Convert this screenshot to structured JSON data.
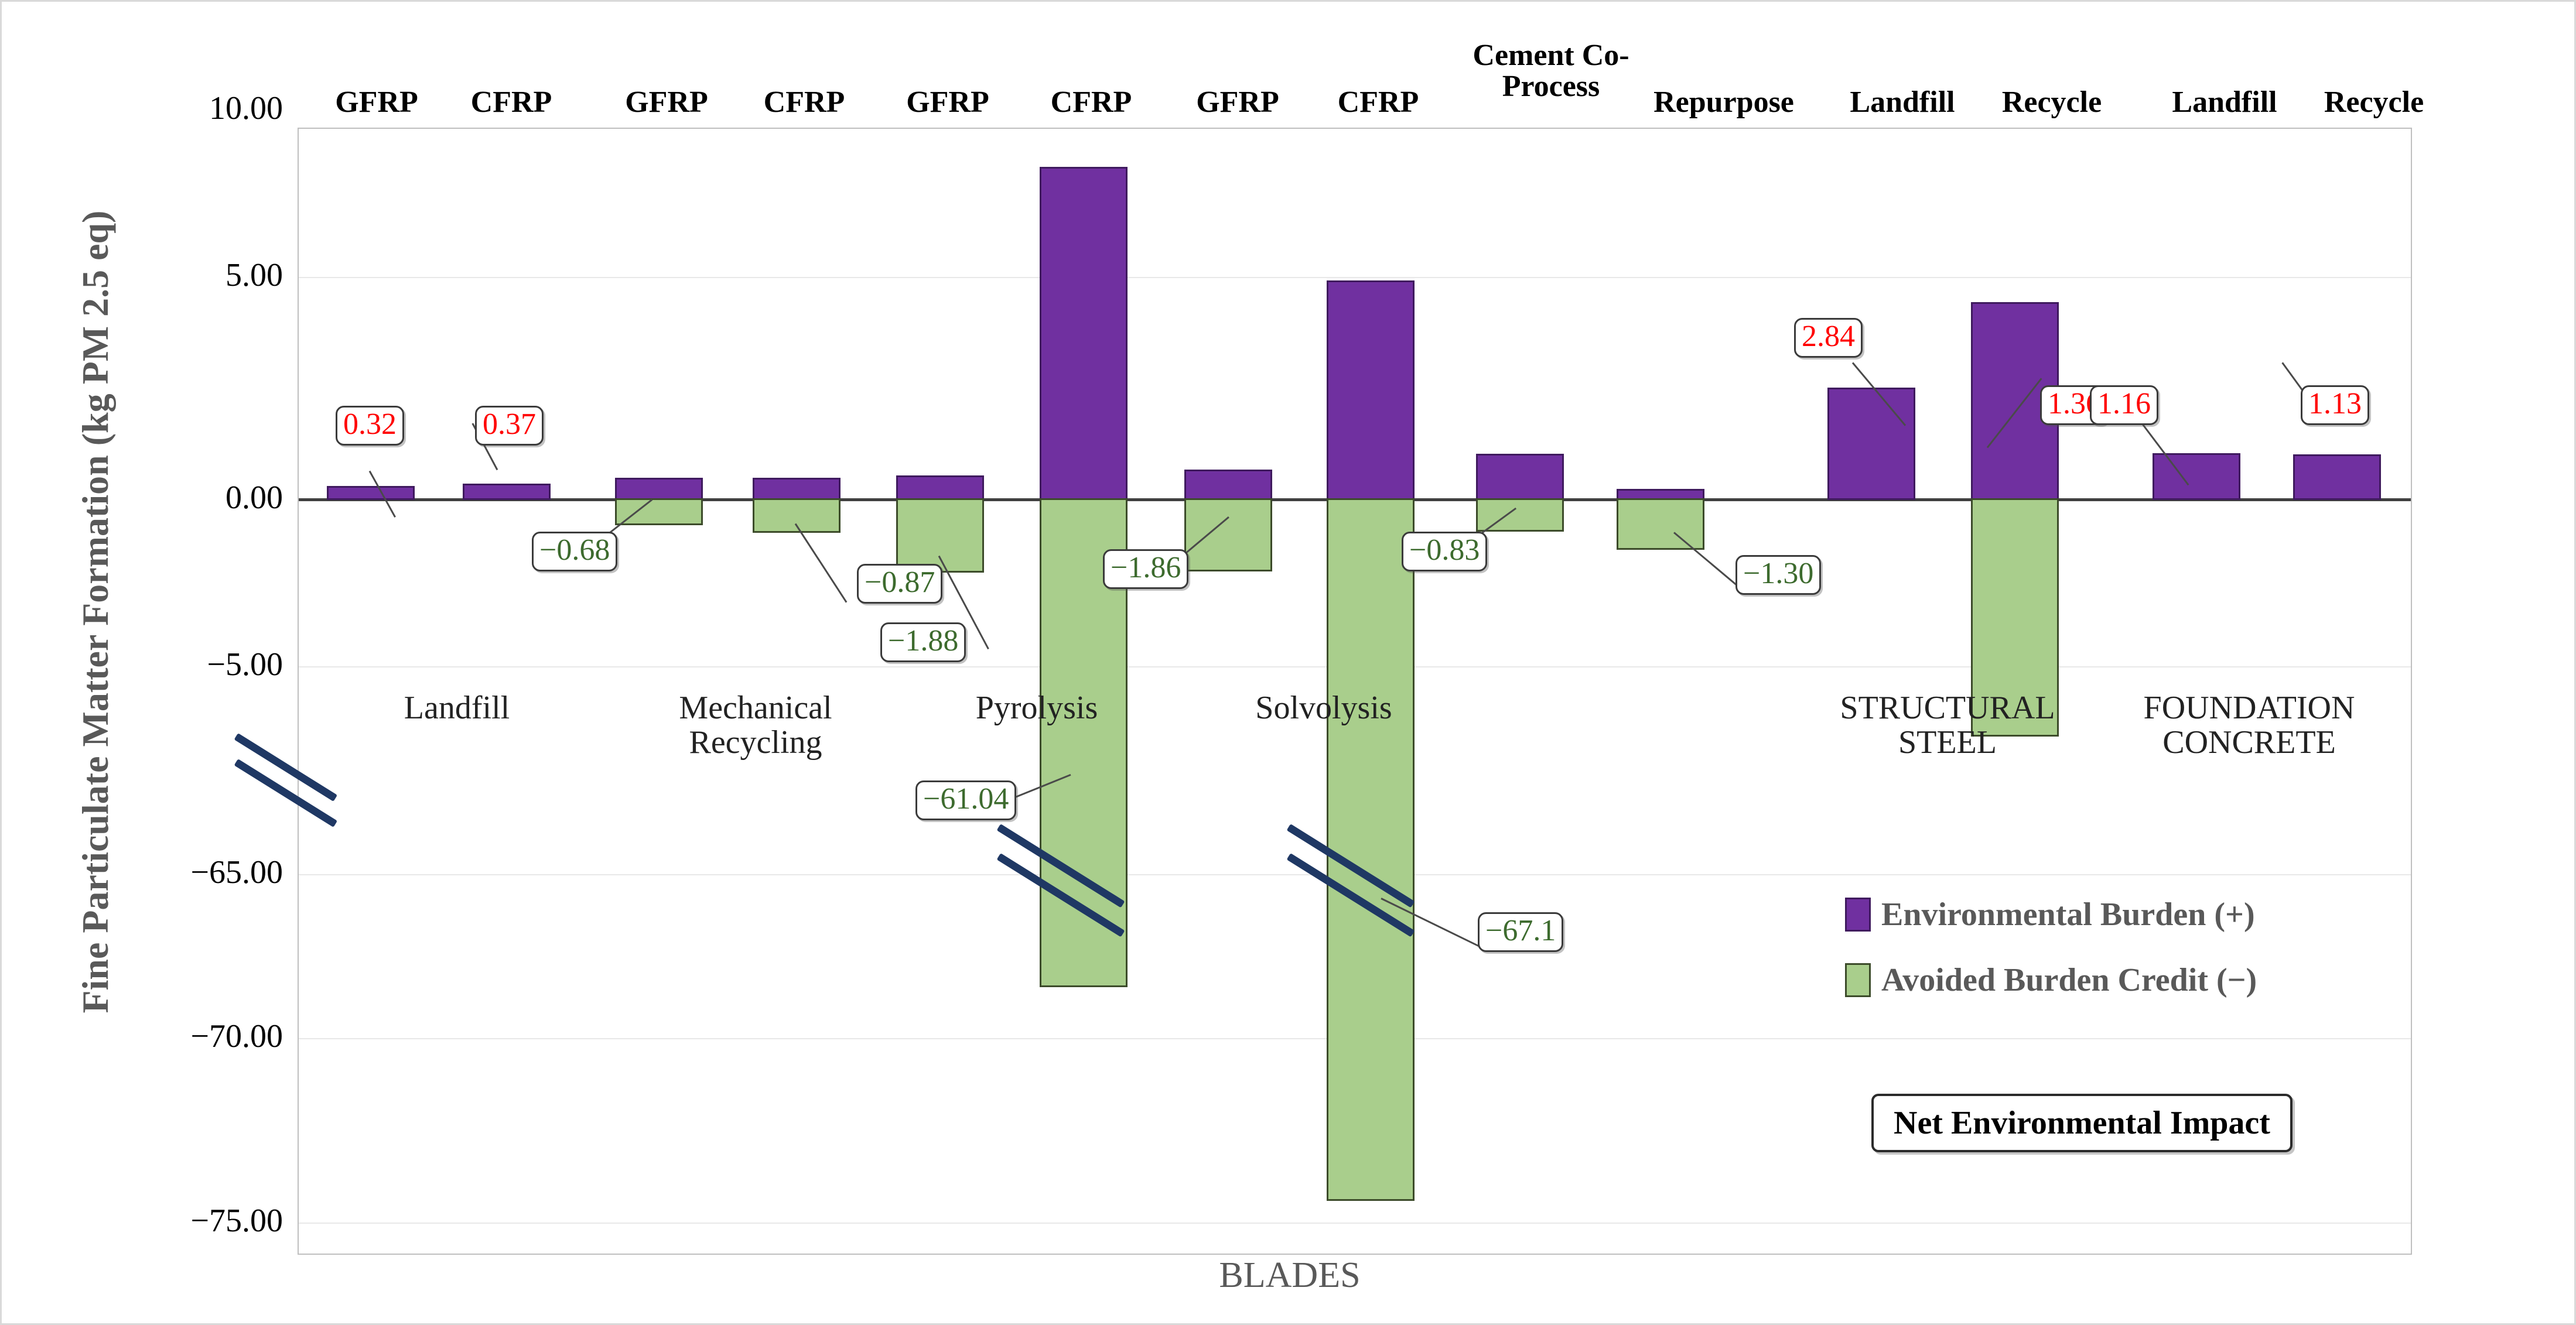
{
  "chart_data": {
    "type": "bar",
    "title": "",
    "ylabel": "Fine Particulate Matter Formation (kg PM 2.5  eq)",
    "xlabel": "BLADES",
    "axis_break": true,
    "y_ticks": [
      "10.00",
      "5.00",
      "0.00",
      "−5.00",
      "−65.00",
      "−70.00",
      "−75.00"
    ],
    "y_tick_values": [
      10,
      5,
      0,
      -5,
      -65,
      -70,
      -75
    ],
    "ylim_upper": [
      -5,
      10
    ],
    "ylim_lower": [
      -75,
      -60
    ],
    "grid": true,
    "legend_position": "inside-right",
    "series": [
      {
        "name": "Environmental Burden (+)",
        "color": "#7030A0",
        "values": [
          0.32,
          0.37,
          0.55,
          0.55,
          0.6,
          8.55,
          0.75,
          5.6,
          1.15,
          0.25,
          2.84,
          5.05,
          1.16,
          1.13
        ]
      },
      {
        "name": "Avoided Burden Credit (−)",
        "color": "#A9CE8C",
        "values": [
          0,
          0,
          -0.68,
          -0.87,
          -1.88,
          -61.04,
          -1.86,
          -67.1,
          -0.83,
          -1.3,
          0,
          -3.8,
          0,
          0
        ]
      }
    ],
    "categories": [
      {
        "group": "Landfill",
        "sub": "GFRP"
      },
      {
        "group": "Landfill",
        "sub": "CFRP"
      },
      {
        "group": "Mechanical Recycling",
        "sub": "GFRP"
      },
      {
        "group": "Mechanical Recycling",
        "sub": "CFRP"
      },
      {
        "group": "Pyrolysis",
        "sub": "GFRP"
      },
      {
        "group": "Pyrolysis",
        "sub": "CFRP"
      },
      {
        "group": "Solvolysis",
        "sub": "GFRP"
      },
      {
        "group": "Solvolysis",
        "sub": "CFRP"
      },
      {
        "group": "",
        "sub": "Cement Co-Process"
      },
      {
        "group": "",
        "sub": "Repurpose"
      },
      {
        "group": "STRUCTURAL STEEL",
        "sub": "Landfill"
      },
      {
        "group": "STRUCTURAL STEEL",
        "sub": "Recycle"
      },
      {
        "group": "FOUNDATION CONCRETE",
        "sub": "Landfill"
      },
      {
        "group": "FOUNDATION CONCRETE",
        "sub": "Recycle"
      }
    ],
    "annotations": [
      {
        "text": "0.32",
        "sign": "pos"
      },
      {
        "text": "0.37",
        "sign": "pos"
      },
      {
        "text": "−0.68",
        "sign": "neg"
      },
      {
        "text": "−0.87",
        "sign": "neg"
      },
      {
        "text": "−1.88",
        "sign": "neg"
      },
      {
        "text": "−61.04",
        "sign": "neg"
      },
      {
        "text": "−1.86",
        "sign": "neg"
      },
      {
        "text": "−67.1",
        "sign": "neg"
      },
      {
        "text": "−0.83",
        "sign": "neg"
      },
      {
        "text": "−1.30",
        "sign": "neg"
      },
      {
        "text": "2.84",
        "sign": "pos"
      },
      {
        "text": "1.36",
        "sign": "pos"
      },
      {
        "text": "1.16",
        "sign": "pos"
      },
      {
        "text": "1.13",
        "sign": "pos"
      }
    ]
  },
  "axis": {
    "y_title": "Fine Particulate Matter Formation (kg PM 2.5  eq)",
    "x_title": "BLADES",
    "ticks": {
      "t0": "10.00",
      "t1": "5.00",
      "t2": "0.00",
      "t3": "−5.00",
      "t4": "−65.00",
      "t5": "−70.00",
      "t6": "−75.00"
    }
  },
  "top_labels": {
    "l0": "GFRP",
    "l1": "CFRP",
    "l2": "GFRP",
    "l3": "CFRP",
    "l4": "GFRP",
    "l5": "CFRP",
    "l6": "GFRP",
    "l7": "CFRP",
    "l8": "Cement Co-\nProcess",
    "l9": "Repurpose",
    "l10": "Landfill",
    "l11": "Recycle",
    "l12": "Landfill",
    "l13": "Recycle"
  },
  "group_labels": {
    "g0": "Landfill",
    "g1": "Mechanical\nRecycling",
    "g2": "Pyrolysis",
    "g3": "Solvolysis",
    "g4": "STRUCTURAL\nSTEEL",
    "g5": "FOUNDATION\nCONCRETE"
  },
  "callouts": {
    "c0": "0.32",
    "c1": "0.37",
    "c2": "−0.68",
    "c3": "−0.87",
    "c4": "−1.88",
    "c5": "−61.04",
    "c6": "−1.86",
    "c7": "−67.1",
    "c8": "−0.83",
    "c9": "−1.30",
    "c10": "2.84",
    "c11": "1.36",
    "c12": "1.16",
    "c13": "1.13"
  },
  "legend": {
    "item_positive": "Environmental Burden (+)",
    "item_negative": "Avoided Burden Credit (−)",
    "net_box": "Net Environmental Impact"
  },
  "colors": {
    "positive": "#7030A0",
    "negative": "#A9CE8C",
    "positive_label": "#FF0000",
    "negative_label": "#3D6B2E",
    "break_mark": "#1F3864",
    "axis_text": "#595959"
  }
}
